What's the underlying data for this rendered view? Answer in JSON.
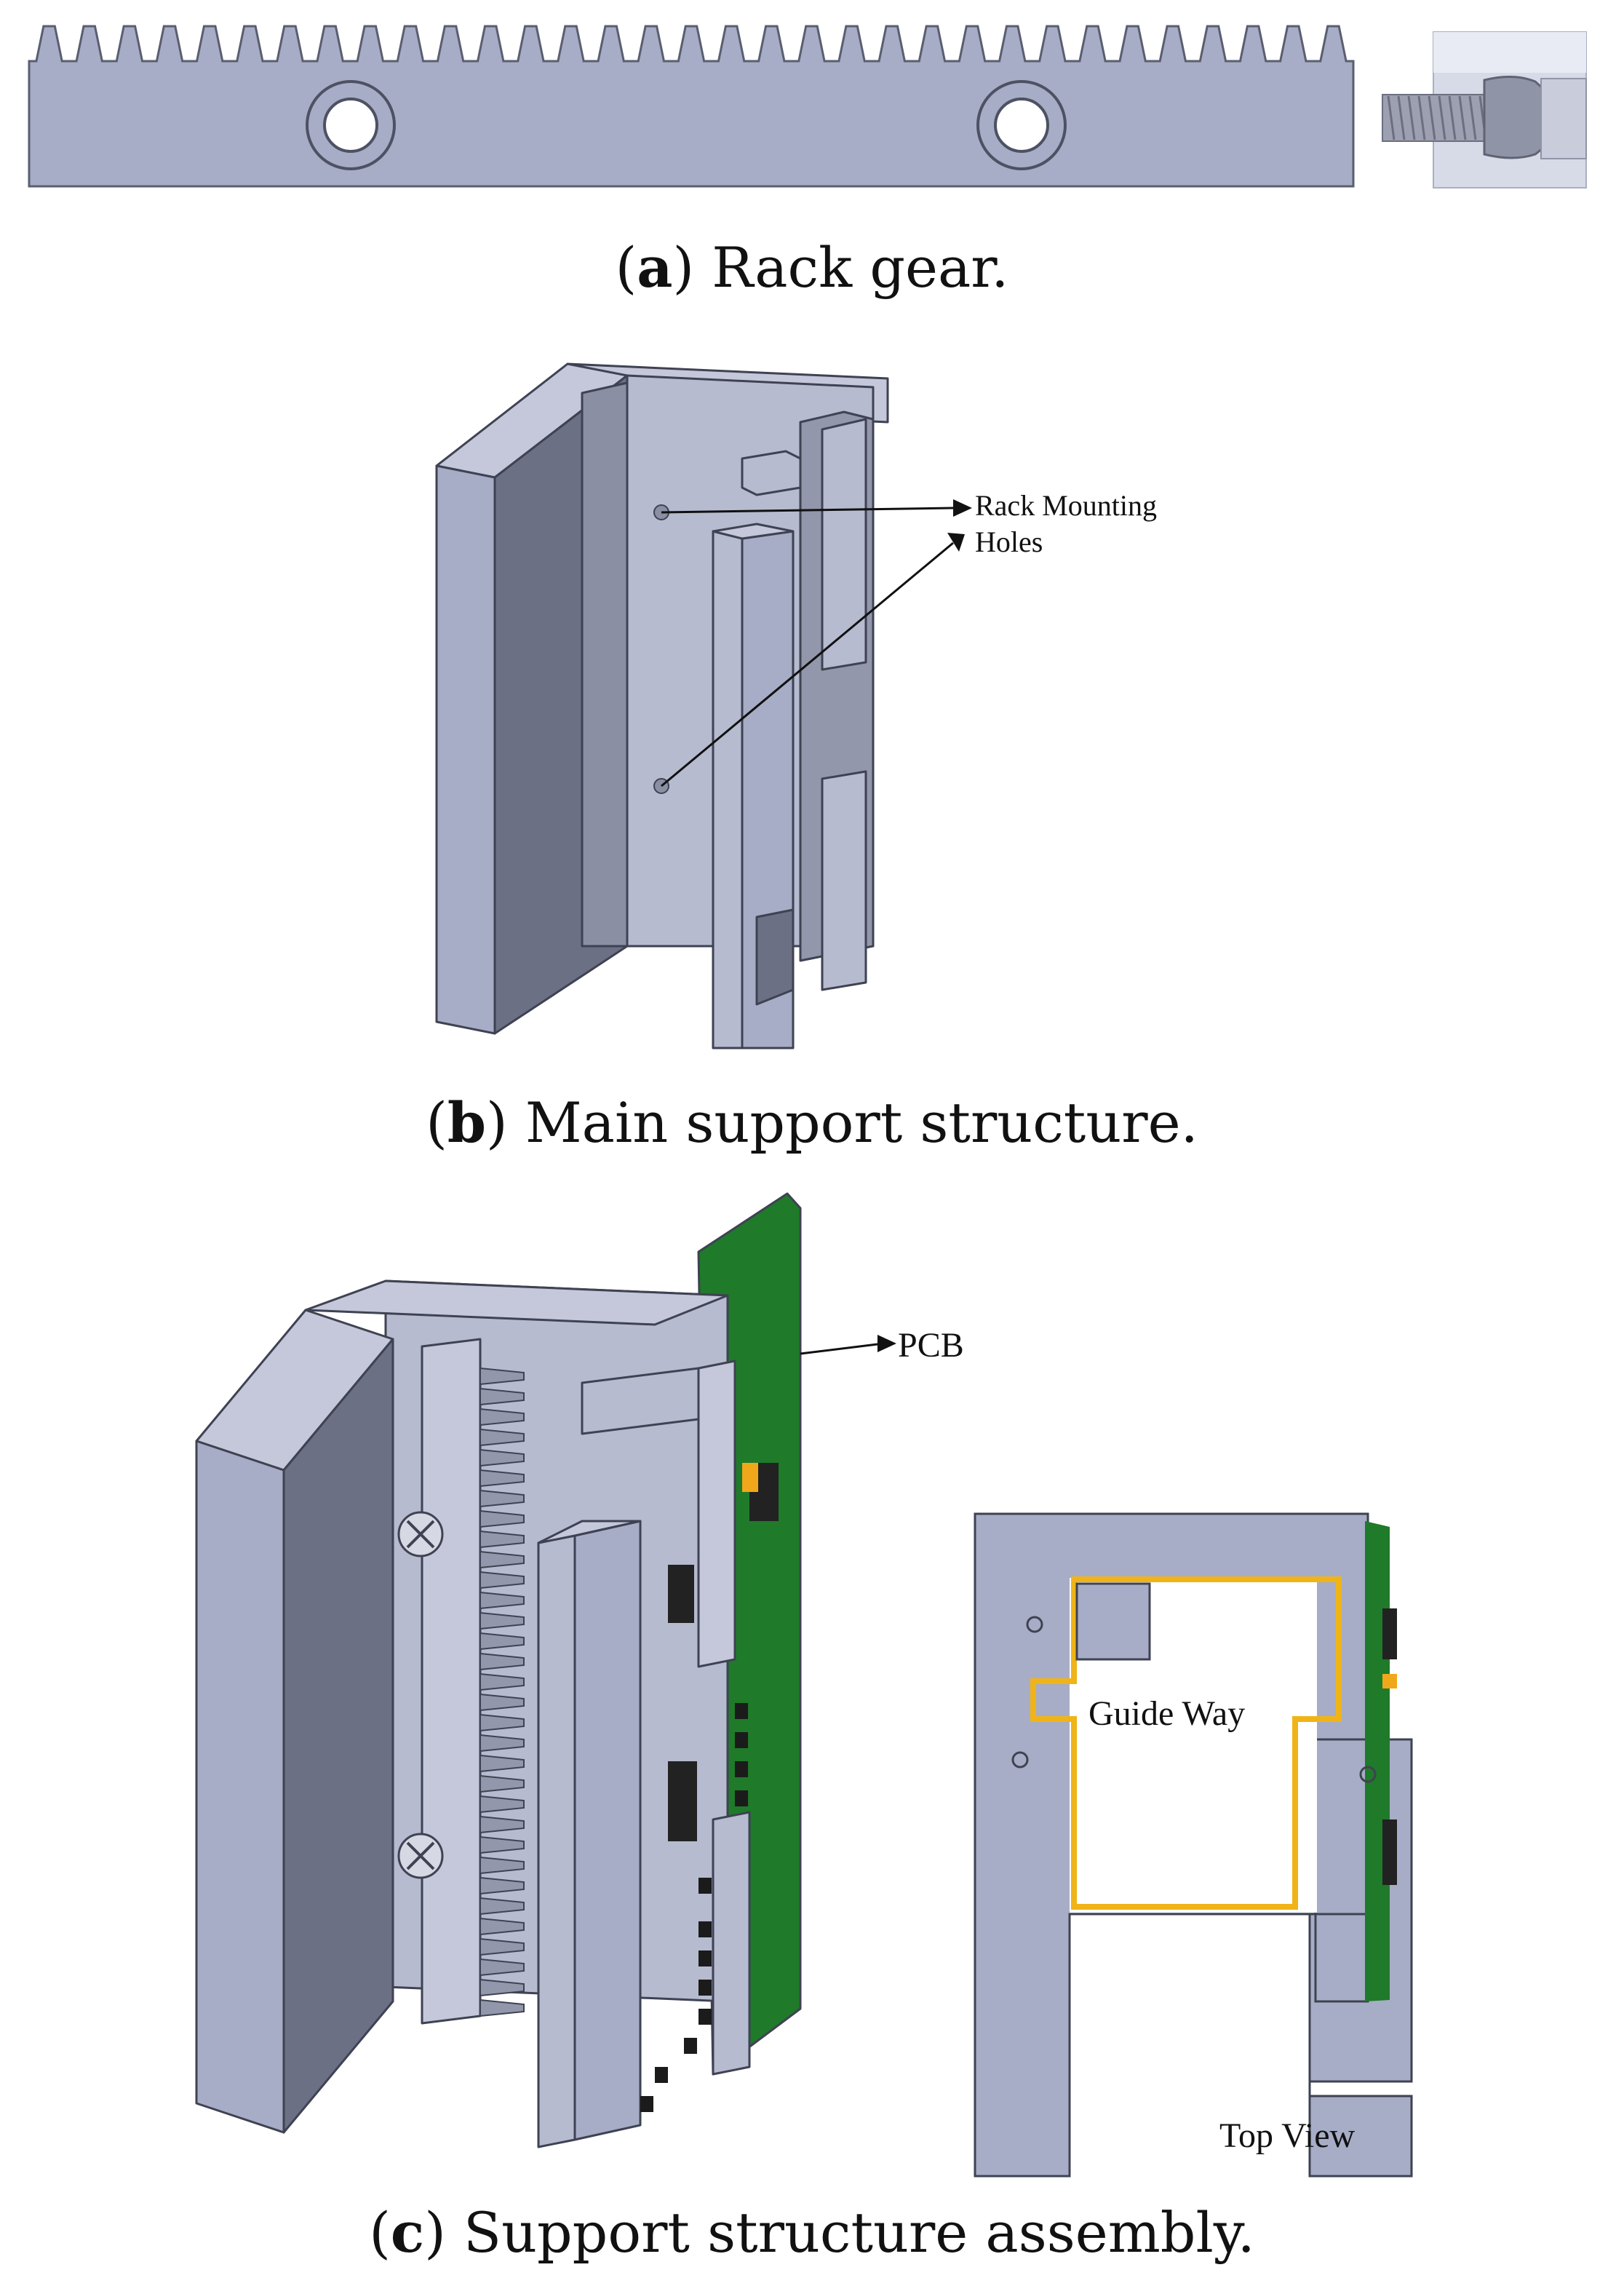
{
  "colors": {
    "part_face": "#a7adc6",
    "part_side": "#6c7084",
    "part_top": "#c4c8da",
    "pcb": "#1f7a2a",
    "guide_outline": "#f0b418",
    "screw": "#9ca0b0"
  },
  "panel_a": {
    "caption_letter": "a",
    "caption_text": "Rack gear."
  },
  "panel_b": {
    "caption_letter": "b",
    "caption_text": "Main support structure.",
    "annotation_line1": "Rack Mounting",
    "annotation_line2": "Holes"
  },
  "panel_c": {
    "caption_letter": "c",
    "caption_text": "Support structure assembly.",
    "pcb_label": "PCB",
    "guide_label": "Guide Way",
    "top_view_label": "Top View"
  }
}
